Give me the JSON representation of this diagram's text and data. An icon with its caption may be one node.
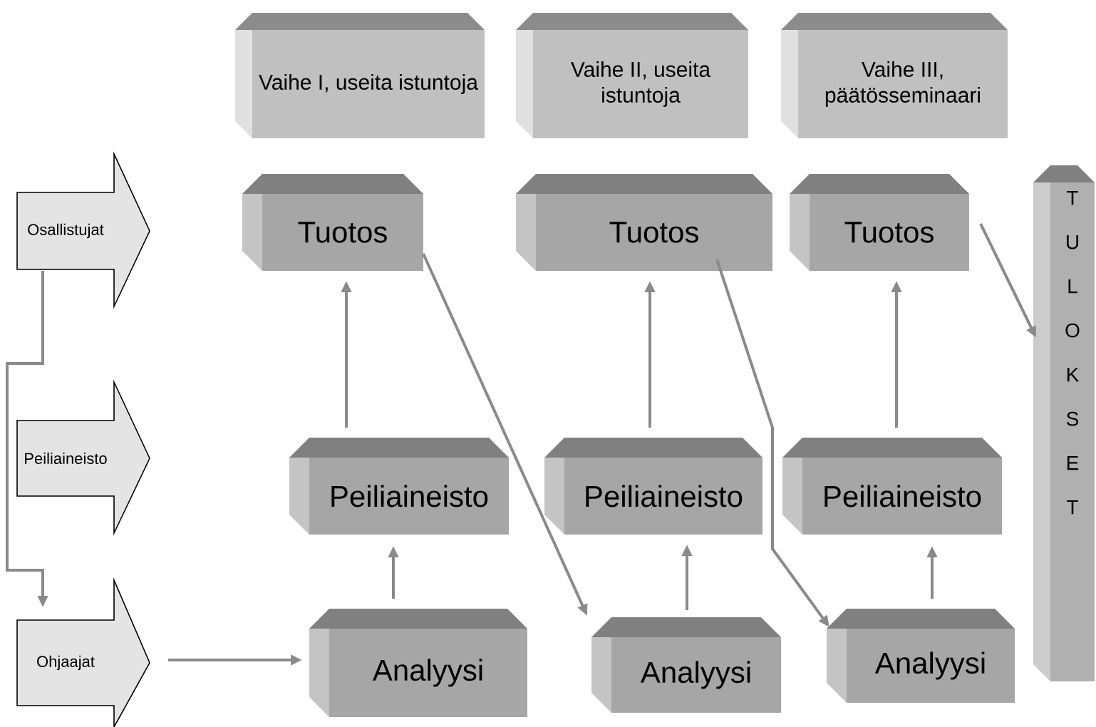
{
  "diagram": {
    "nodes": [
      {
        "text": [
          "Vaihe I, useita istuntoja"
        ]
      },
      {
        "text": [
          "Vaihe II, useita istuntoja"
        ]
      },
      {
        "text": [
          "Vaihe III, päätösseminaari"
        ]
      },
      {
        "text": [
          "Osallistujat"
        ]
      },
      {
        "text": [
          "Peiliaineisto"
        ]
      },
      {
        "text": [
          "Ohjaajat"
        ]
      },
      {
        "text": [
          "Tuotos"
        ]
      },
      {
        "text": [
          "Tuotos"
        ]
      },
      {
        "text": [
          "Tuotos"
        ]
      },
      {
        "text": [
          "T U L O K S E T"
        ]
      },
      {
        "text": [
          "Peiliaineisto"
        ]
      },
      {
        "text": [
          "Peiliaineisto"
        ]
      },
      {
        "text": [
          "Peiliaineisto"
        ]
      },
      {
        "text": [
          "Analyysi"
        ]
      },
      {
        "text": [
          "Analyysi"
        ]
      },
      {
        "text": [
          "Analyysi"
        ]
      }
    ],
    "edges": [
      {
        "from": 3,
        "to": 5,
        "arrow": "to"
      },
      {
        "from": 5,
        "to": 13,
        "arrow": "to"
      },
      {
        "from": 13,
        "to": 10,
        "arrow": "to"
      },
      {
        "from": 10,
        "to": 6,
        "arrow": "to"
      },
      {
        "from": 6,
        "to": 14,
        "arrow": "to"
      },
      {
        "from": 14,
        "to": 11,
        "arrow": "to"
      },
      {
        "from": 11,
        "to": 7,
        "arrow": "to"
      },
      {
        "from": 7,
        "to": 15,
        "arrow": "to"
      },
      {
        "from": 15,
        "to": 12,
        "arrow": "to"
      },
      {
        "from": 12,
        "to": 8,
        "arrow": "to"
      },
      {
        "from": 8,
        "to": 9,
        "arrow": "to"
      }
    ]
  }
}
